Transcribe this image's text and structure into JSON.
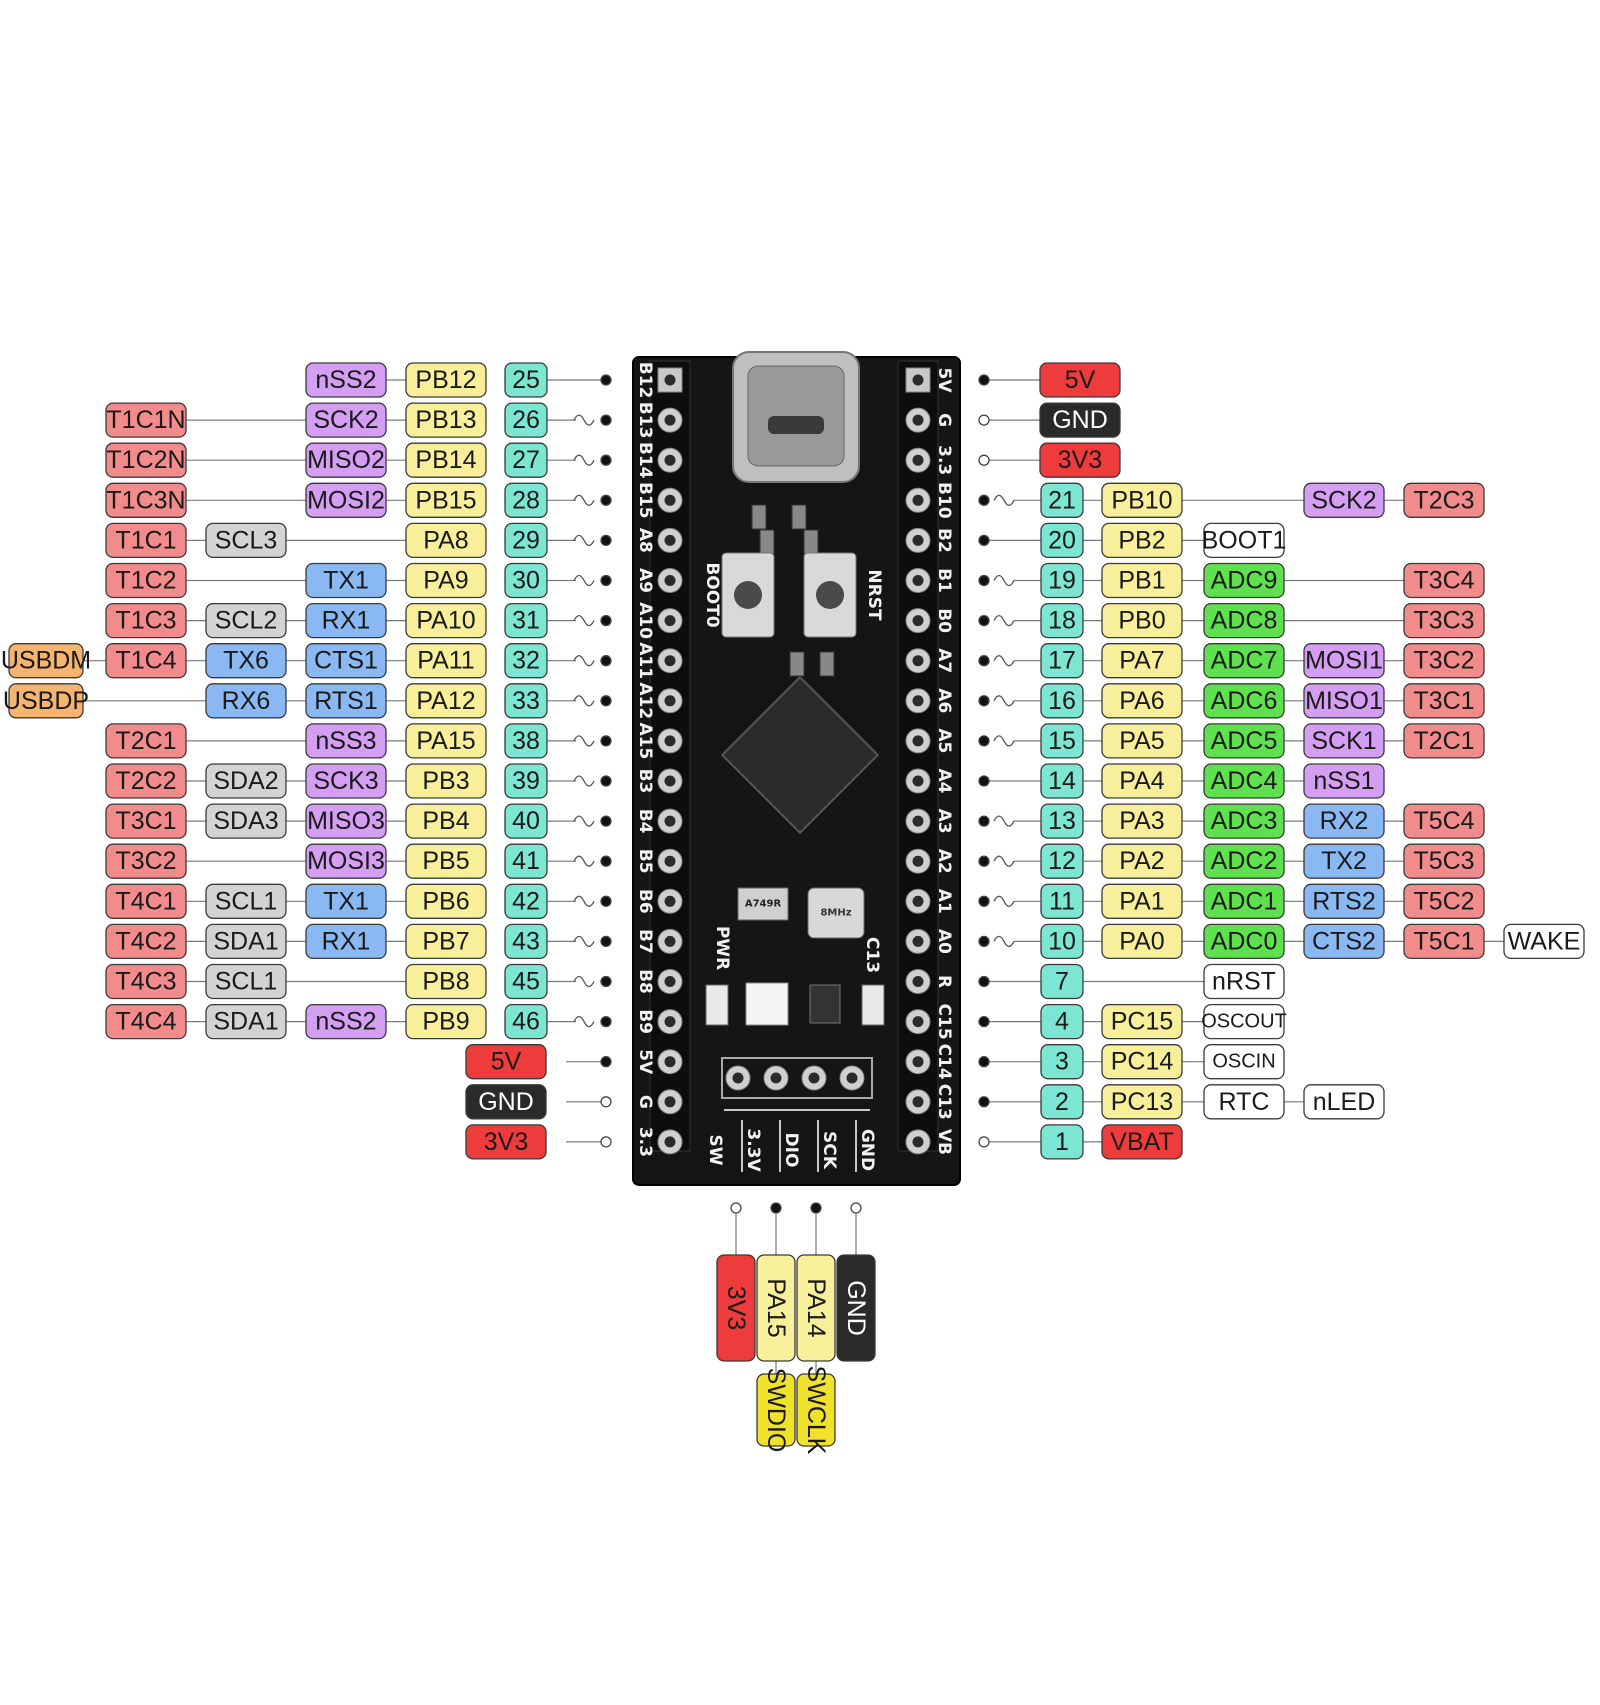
{
  "colors": {
    "tim": "#f28b8b",
    "i2c": "#d3d3d3",
    "spi": "#d49ef2",
    "uart": "#8ab8f2",
    "port": "#f7ef9a",
    "pinnum": "#7de6d2",
    "pwr": "#ee3b3b",
    "gnd": "#2a2a2a",
    "usb": "#f6b471",
    "adc": "#5fe04f",
    "misc": "#ffffff",
    "swd": "#f0e12a"
  },
  "board": {
    "buttons": [
      "BOOT0",
      "NRST"
    ],
    "chips": [
      "A749R",
      "8MHz"
    ],
    "leds": [
      "PWR",
      "C13"
    ],
    "header_labels": [
      "SW",
      "3.3V",
      "DIO",
      "SCK",
      "GND"
    ],
    "left_silk": [
      "B12",
      "B13",
      "B14",
      "B15",
      "A8",
      "A9",
      "A10",
      "A11",
      "A12",
      "A15",
      "B3",
      "B4",
      "B5",
      "B6",
      "B7",
      "B8",
      "B9",
      "5V",
      "G",
      "3.3"
    ],
    "right_silk": [
      "5V",
      "G",
      "3.3",
      "B10",
      "B2",
      "B1",
      "B0",
      "A7",
      "A6",
      "A5",
      "A4",
      "A3",
      "A2",
      "A1",
      "A0",
      "R",
      "C15",
      "C14",
      "C13",
      "VB"
    ]
  },
  "left_rows": [
    {
      "pin": "25",
      "port": "PB12",
      "f1": {
        "t": "nSS2",
        "c": "spi"
      },
      "f2": null,
      "f3": null,
      "f4": null,
      "dot": "filled",
      "wave": false
    },
    {
      "pin": "26",
      "port": "PB13",
      "f1": {
        "t": "SCK2",
        "c": "spi"
      },
      "f2": null,
      "f3": {
        "t": "T1C1N",
        "c": "tim"
      },
      "f4": null,
      "dot": "filled",
      "wave": true
    },
    {
      "pin": "27",
      "port": "PB14",
      "f1": {
        "t": "MISO2",
        "c": "spi"
      },
      "f2": null,
      "f3": {
        "t": "T1C2N",
        "c": "tim"
      },
      "f4": null,
      "dot": "filled",
      "wave": true
    },
    {
      "pin": "28",
      "port": "PB15",
      "f1": {
        "t": "MOSI2",
        "c": "spi"
      },
      "f2": null,
      "f3": {
        "t": "T1C3N",
        "c": "tim"
      },
      "f4": null,
      "dot": "filled",
      "wave": true
    },
    {
      "pin": "29",
      "port": "PA8",
      "f1": null,
      "f2": {
        "t": "SCL3",
        "c": "i2c"
      },
      "f3": {
        "t": "T1C1",
        "c": "tim"
      },
      "f4": null,
      "dot": "filled",
      "wave": true
    },
    {
      "pin": "30",
      "port": "PA9",
      "f1": {
        "t": "TX1",
        "c": "uart"
      },
      "f2": null,
      "f3": {
        "t": "T1C2",
        "c": "tim"
      },
      "f4": null,
      "dot": "filled",
      "wave": true
    },
    {
      "pin": "31",
      "port": "PA10",
      "f1": {
        "t": "RX1",
        "c": "uart"
      },
      "f2": {
        "t": "SCL2",
        "c": "i2c"
      },
      "f3": {
        "t": "T1C3",
        "c": "tim"
      },
      "f4": null,
      "dot": "filled",
      "wave": true
    },
    {
      "pin": "32",
      "port": "PA11",
      "f1": {
        "t": "CTS1",
        "c": "uart"
      },
      "f2": {
        "t": "TX6",
        "c": "uart"
      },
      "f3": {
        "t": "T1C4",
        "c": "tim"
      },
      "f4": {
        "t": "USBDM",
        "c": "usb"
      },
      "dot": "filled",
      "wave": true
    },
    {
      "pin": "33",
      "port": "PA12",
      "f1": {
        "t": "RTS1",
        "c": "uart"
      },
      "f2": {
        "t": "RX6",
        "c": "uart"
      },
      "f3": null,
      "f4": {
        "t": "USBDP",
        "c": "usb"
      },
      "dot": "filled",
      "wave": true
    },
    {
      "pin": "38",
      "port": "PA15",
      "f1": {
        "t": "nSS3",
        "c": "spi"
      },
      "f2": null,
      "f3": {
        "t": "T2C1",
        "c": "tim"
      },
      "f4": null,
      "dot": "filled",
      "wave": true
    },
    {
      "pin": "39",
      "port": "PB3",
      "f1": {
        "t": "SCK3",
        "c": "spi"
      },
      "f2": {
        "t": "SDA2",
        "c": "i2c"
      },
      "f3": {
        "t": "T2C2",
        "c": "tim"
      },
      "f4": null,
      "dot": "filled",
      "wave": true
    },
    {
      "pin": "40",
      "port": "PB4",
      "f1": {
        "t": "MISO3",
        "c": "spi"
      },
      "f2": {
        "t": "SDA3",
        "c": "i2c"
      },
      "f3": {
        "t": "T3C1",
        "c": "tim"
      },
      "f4": null,
      "dot": "filled",
      "wave": true
    },
    {
      "pin": "41",
      "port": "PB5",
      "f1": {
        "t": "MOSI3",
        "c": "spi"
      },
      "f2": null,
      "f3": {
        "t": "T3C2",
        "c": "tim"
      },
      "f4": null,
      "dot": "filled",
      "wave": true
    },
    {
      "pin": "42",
      "port": "PB6",
      "f1": {
        "t": "TX1",
        "c": "uart"
      },
      "f2": {
        "t": "SCL1",
        "c": "i2c"
      },
      "f3": {
        "t": "T4C1",
        "c": "tim"
      },
      "f4": null,
      "dot": "filled",
      "wave": true
    },
    {
      "pin": "43",
      "port": "PB7",
      "f1": {
        "t": "RX1",
        "c": "uart"
      },
      "f2": {
        "t": "SDA1",
        "c": "i2c"
      },
      "f3": {
        "t": "T4C2",
        "c": "tim"
      },
      "f4": null,
      "dot": "filled",
      "wave": true
    },
    {
      "pin": "45",
      "port": "PB8",
      "f1": null,
      "f2": {
        "t": "SCL1",
        "c": "i2c"
      },
      "f3": {
        "t": "T4C3",
        "c": "tim"
      },
      "f4": null,
      "dot": "filled",
      "wave": true
    },
    {
      "pin": "46",
      "port": "PB9",
      "f1": {
        "t": "nSS2",
        "c": "spi"
      },
      "f2": {
        "t": "SDA1",
        "c": "i2c"
      },
      "f3": {
        "t": "T4C4",
        "c": "tim"
      },
      "f4": null,
      "dot": "filled",
      "wave": true
    }
  ],
  "left_power": [
    {
      "t": "5V",
      "c": "pwr",
      "dot": "filled"
    },
    {
      "t": "GND",
      "c": "gnd",
      "dot": "open"
    },
    {
      "t": "3V3",
      "c": "pwr",
      "dot": "open"
    }
  ],
  "right_power": [
    {
      "t": "5V",
      "c": "pwr",
      "dot": "filled"
    },
    {
      "t": "GND",
      "c": "gnd",
      "dot": "open"
    },
    {
      "t": "3V3",
      "c": "pwr",
      "dot": "open"
    }
  ],
  "right_rows": [
    {
      "pin": "21",
      "port": "PB10",
      "g1": null,
      "g2": {
        "t": "SCK2",
        "c": "spi"
      },
      "g3": {
        "t": "T2C3",
        "c": "tim"
      },
      "g4": null,
      "dot": "filled",
      "wave": true
    },
    {
      "pin": "20",
      "port": "PB2",
      "g1": {
        "t": "BOOT1",
        "c": "misc"
      },
      "g2": null,
      "g3": null,
      "g4": null,
      "dot": "filled",
      "wave": false
    },
    {
      "pin": "19",
      "port": "PB1",
      "g1": {
        "t": "ADC9",
        "c": "adc"
      },
      "g2": null,
      "g3": {
        "t": "T3C4",
        "c": "tim"
      },
      "g4": null,
      "dot": "filled",
      "wave": true
    },
    {
      "pin": "18",
      "port": "PB0",
      "g1": {
        "t": "ADC8",
        "c": "adc"
      },
      "g2": null,
      "g3": {
        "t": "T3C3",
        "c": "tim"
      },
      "g4": null,
      "dot": "filled",
      "wave": true
    },
    {
      "pin": "17",
      "port": "PA7",
      "g1": {
        "t": "ADC7",
        "c": "adc"
      },
      "g2": {
        "t": "MOSI1",
        "c": "spi"
      },
      "g3": {
        "t": "T3C2",
        "c": "tim"
      },
      "g4": null,
      "dot": "filled",
      "wave": true
    },
    {
      "pin": "16",
      "port": "PA6",
      "g1": {
        "t": "ADC6",
        "c": "adc"
      },
      "g2": {
        "t": "MISO1",
        "c": "spi"
      },
      "g3": {
        "t": "T3C1",
        "c": "tim"
      },
      "g4": null,
      "dot": "filled",
      "wave": true
    },
    {
      "pin": "15",
      "port": "PA5",
      "g1": {
        "t": "ADC5",
        "c": "adc"
      },
      "g2": {
        "t": "SCK1",
        "c": "spi"
      },
      "g3": {
        "t": "T2C1",
        "c": "tim"
      },
      "g4": null,
      "dot": "filled",
      "wave": true
    },
    {
      "pin": "14",
      "port": "PA4",
      "g1": {
        "t": "ADC4",
        "c": "adc"
      },
      "g2": {
        "t": "nSS1",
        "c": "spi"
      },
      "g3": null,
      "g4": null,
      "dot": "filled",
      "wave": false
    },
    {
      "pin": "13",
      "port": "PA3",
      "g1": {
        "t": "ADC3",
        "c": "adc"
      },
      "g2": {
        "t": "RX2",
        "c": "uart"
      },
      "g3": {
        "t": "T5C4",
        "c": "tim"
      },
      "g4": null,
      "dot": "filled",
      "wave": true
    },
    {
      "pin": "12",
      "port": "PA2",
      "g1": {
        "t": "ADC2",
        "c": "adc"
      },
      "g2": {
        "t": "TX2",
        "c": "uart"
      },
      "g3": {
        "t": "T5C3",
        "c": "tim"
      },
      "g4": null,
      "dot": "filled",
      "wave": true
    },
    {
      "pin": "11",
      "port": "PA1",
      "g1": {
        "t": "ADC1",
        "c": "adc"
      },
      "g2": {
        "t": "RTS2",
        "c": "uart"
      },
      "g3": {
        "t": "T5C2",
        "c": "tim"
      },
      "g4": null,
      "dot": "filled",
      "wave": true
    },
    {
      "pin": "10",
      "port": "PA0",
      "g1": {
        "t": "ADC0",
        "c": "adc"
      },
      "g2": {
        "t": "CTS2",
        "c": "uart"
      },
      "g3": {
        "t": "T5C1",
        "c": "tim"
      },
      "g4": {
        "t": "WAKE",
        "c": "misc"
      },
      "dot": "filled",
      "wave": true
    },
    {
      "pin": "7",
      "port": null,
      "g1": {
        "t": "nRST",
        "c": "misc"
      },
      "g2": null,
      "g3": null,
      "g4": null,
      "dot": "filled",
      "wave": false
    },
    {
      "pin": "4",
      "port": "PC15",
      "g1": {
        "t": "OSCOUT",
        "c": "misc",
        "small": true
      },
      "g2": null,
      "g3": null,
      "g4": null,
      "dot": "filled",
      "wave": false
    },
    {
      "pin": "3",
      "port": "PC14",
      "g1": {
        "t": "OSCIN",
        "c": "misc",
        "small": true
      },
      "g2": null,
      "g3": null,
      "g4": null,
      "dot": "filled",
      "wave": false
    },
    {
      "pin": "2",
      "port": "PC13",
      "g1": {
        "t": "RTC",
        "c": "misc"
      },
      "g2": {
        "t": "nLED",
        "c": "misc"
      },
      "g3": null,
      "g4": null,
      "dot": "filled",
      "wave": false
    },
    {
      "pin": "1",
      "port": {
        "t": "VBAT",
        "c": "pwr"
      },
      "g1": null,
      "g2": null,
      "g3": null,
      "g4": null,
      "dot": "open",
      "wave": false
    }
  ],
  "bottom_header": [
    {
      "t": "3V3",
      "c": "pwr",
      "dot": "open",
      "sub": null
    },
    {
      "t": "PA15",
      "c": "port",
      "dot": "filled",
      "sub": "SWDIO"
    },
    {
      "t": "PA14",
      "c": "port",
      "dot": "filled",
      "sub": "SWCLK"
    },
    {
      "t": "GND",
      "c": "gnd",
      "dot": "open",
      "sub": null
    }
  ]
}
